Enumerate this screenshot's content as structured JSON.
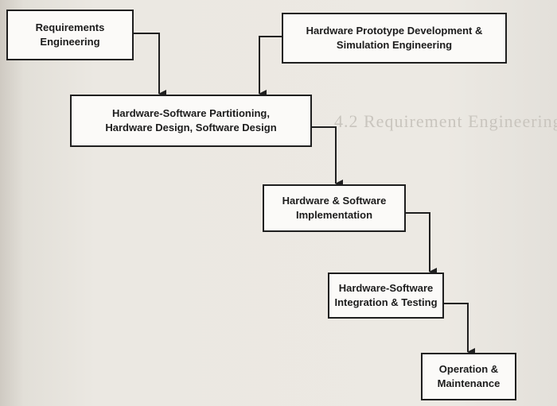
{
  "diagram": {
    "boxes": [
      {
        "id": "requirements",
        "label": "Requirements\nEngineering"
      },
      {
        "id": "prototype",
        "label": "Hardware Prototype Development &\nSimulation Engineering"
      },
      {
        "id": "partitioning",
        "label": "Hardware-Software Partitioning,\nHardware Design, Software Design"
      },
      {
        "id": "implementation",
        "label": "Hardware & Software\nImplementation"
      },
      {
        "id": "integration",
        "label": "Hardware-Software\nIntegration & Testing"
      },
      {
        "id": "operation",
        "label": "Operation &\nMaintenance"
      }
    ],
    "background_heading": "4.2 Requirement Engineering"
  }
}
